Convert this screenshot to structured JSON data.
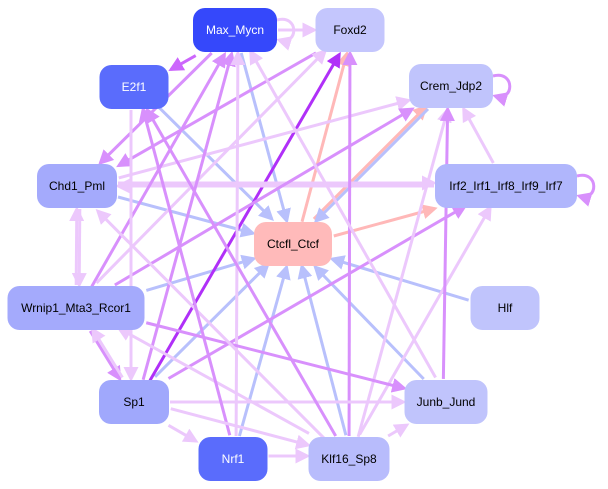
{
  "nodes": [
    {
      "id": "Max_Mycn",
      "label": "Max_Mycn",
      "fill": "#3548fb",
      "text": "#ffffff"
    },
    {
      "id": "Foxd2",
      "label": "Foxd2",
      "fill": "#c4c6fd",
      "text": "#000000"
    },
    {
      "id": "E2f1",
      "label": "E2f1",
      "fill": "#5a6cfc",
      "text": "#ffffff"
    },
    {
      "id": "Crem_Jdp2",
      "label": "Crem_Jdp2",
      "fill": "#c0c4fc",
      "text": "#000000"
    },
    {
      "id": "Chd1_Pml",
      "label": "Chd1_Pml",
      "fill": "#a4aafc",
      "text": "#000000"
    },
    {
      "id": "Irf",
      "label": "Irf2_Irf1_Irf8_Irf9_Irf7",
      "fill": "#b0b6fc",
      "text": "#000000"
    },
    {
      "id": "Ctcfl_Ctcf",
      "label": "Ctcfl_Ctcf",
      "fill": "#ffbaba",
      "text": "#000000"
    },
    {
      "id": "Wrnip1",
      "label": "Wrnip1_Mta3_Rcor1",
      "fill": "#a4aafc",
      "text": "#000000"
    },
    {
      "id": "Hlf",
      "label": "Hlf",
      "fill": "#c0c4fc",
      "text": "#000000"
    },
    {
      "id": "Sp1",
      "label": "Sp1",
      "fill": "#a0a8fc",
      "text": "#000000"
    },
    {
      "id": "Junb_Jund",
      "label": "Junb_Jund",
      "fill": "#c0c4fc",
      "text": "#000000"
    },
    {
      "id": "Nrf1",
      "label": "Nrf1",
      "fill": "#5a6cfc",
      "text": "#ffffff"
    },
    {
      "id": "Klf16_Sp8",
      "label": "Klf16_Sp8",
      "fill": "#b8bcfc",
      "text": "#000000"
    }
  ],
  "edge_colors": {
    "light": "#ecc8fc",
    "medium": "#d890fc",
    "strong": "#b030f8",
    "blue": "#b8c0fc",
    "pink": "#ffb8b8",
    "dark": "#cc66fc"
  },
  "edges": [
    {
      "from": "Max_Mycn",
      "to": "Max_Mycn",
      "color": "light"
    },
    {
      "from": "Crem_Jdp2",
      "to": "Crem_Jdp2",
      "color": "medium"
    },
    {
      "from": "Irf",
      "to": "Irf",
      "color": "medium"
    },
    {
      "from": "Max_Mycn",
      "to": "E2f1",
      "color": "dark"
    },
    {
      "from": "Max_Mycn",
      "to": "Ctcfl_Ctcf",
      "color": "blue"
    },
    {
      "from": "Ctcfl_Ctcf",
      "to": "Foxd2",
      "color": "pink"
    },
    {
      "from": "Ctcfl_Ctcf",
      "to": "Crem_Jdp2",
      "color": "pink"
    },
    {
      "from": "Crem_Jdp2",
      "to": "Ctcfl_Ctcf",
      "color": "blue"
    },
    {
      "from": "Ctcfl_Ctcf",
      "to": "Irf",
      "color": "pink"
    },
    {
      "from": "E2f1",
      "to": "Ctcfl_Ctcf",
      "color": "blue"
    },
    {
      "from": "Chd1_Pml",
      "to": "Ctcfl_Ctcf",
      "color": "blue"
    },
    {
      "from": "Wrnip1",
      "to": "Ctcfl_Ctcf",
      "color": "blue"
    },
    {
      "from": "Sp1",
      "to": "Ctcfl_Ctcf",
      "color": "blue"
    },
    {
      "from": "Nrf1",
      "to": "Ctcfl_Ctcf",
      "color": "blue"
    },
    {
      "from": "Klf16_Sp8",
      "to": "Ctcfl_Ctcf",
      "color": "blue"
    },
    {
      "from": "Hlf",
      "to": "Ctcfl_Ctcf",
      "color": "blue"
    },
    {
      "from": "Junb_Jund",
      "to": "Ctcfl_Ctcf",
      "color": "blue"
    },
    {
      "from": "Sp1",
      "to": "Foxd2",
      "color": "strong"
    },
    {
      "from": "Chd1_Pml",
      "to": "Irf",
      "color": "light"
    },
    {
      "from": "Irf",
      "to": "Chd1_Pml",
      "color": "light"
    },
    {
      "from": "Chd1_Pml",
      "to": "Crem_Jdp2",
      "color": "light"
    },
    {
      "from": "Foxd2",
      "to": "Chd1_Pml",
      "color": "medium"
    },
    {
      "from": "Max_Mycn",
      "to": "Chd1_Pml",
      "color": "medium"
    },
    {
      "from": "Wrnip1",
      "to": "Max_Mycn",
      "color": "medium"
    },
    {
      "from": "Wrnip1",
      "to": "Foxd2",
      "color": "light"
    },
    {
      "from": "Wrnip1",
      "to": "Crem_Jdp2",
      "color": "medium"
    },
    {
      "from": "Sp1",
      "to": "Max_Mycn",
      "color": "medium"
    },
    {
      "from": "Sp1",
      "to": "Irf",
      "color": "medium"
    },
    {
      "from": "Klf16_Sp8",
      "to": "Foxd2",
      "color": "medium"
    },
    {
      "from": "Klf16_Sp8",
      "to": "Crem_Jdp2",
      "color": "light"
    },
    {
      "from": "Klf16_Sp8",
      "to": "Irf",
      "color": "light"
    },
    {
      "from": "Klf16_Sp8",
      "to": "Junb_Jund",
      "color": "light"
    },
    {
      "from": "Nrf1",
      "to": "Max_Mycn",
      "color": "light"
    },
    {
      "from": "Nrf1",
      "to": "Klf16_Sp8",
      "color": "light"
    },
    {
      "from": "Sp1",
      "to": "Junb_Jund",
      "color": "light"
    },
    {
      "from": "Sp1",
      "to": "Nrf1",
      "color": "light"
    },
    {
      "from": "Wrnip1",
      "to": "Junb_Jund",
      "color": "medium"
    },
    {
      "from": "Wrnip1",
      "to": "Sp1",
      "color": "medium"
    },
    {
      "from": "Sp1",
      "to": "Wrnip1",
      "color": "light"
    },
    {
      "from": "Chd1_Pml",
      "to": "Wrnip1",
      "color": "light"
    },
    {
      "from": "Wrnip1",
      "to": "Chd1_Pml",
      "color": "light"
    },
    {
      "from": "Klf16_Sp8",
      "to": "Wrnip1",
      "color": "light"
    },
    {
      "from": "Klf16_Sp8",
      "to": "Chd1_Pml",
      "color": "light"
    },
    {
      "from": "Klf16_Sp8",
      "to": "E2f1",
      "color": "medium"
    },
    {
      "from": "Nrf1",
      "to": "E2f1",
      "color": "medium"
    },
    {
      "from": "Junb_Jund",
      "to": "Crem_Jdp2",
      "color": "medium"
    },
    {
      "from": "Irf",
      "to": "Crem_Jdp2",
      "color": "light"
    },
    {
      "from": "Junb_Jund",
      "to": "Max_Mycn",
      "color": "light"
    },
    {
      "from": "Sp1",
      "to": "Klf16_Sp8",
      "color": "light"
    },
    {
      "from": "Max_Mycn",
      "to": "Foxd2",
      "color": "light"
    },
    {
      "from": "E2f1",
      "to": "Sp1",
      "color": "light"
    }
  ]
}
